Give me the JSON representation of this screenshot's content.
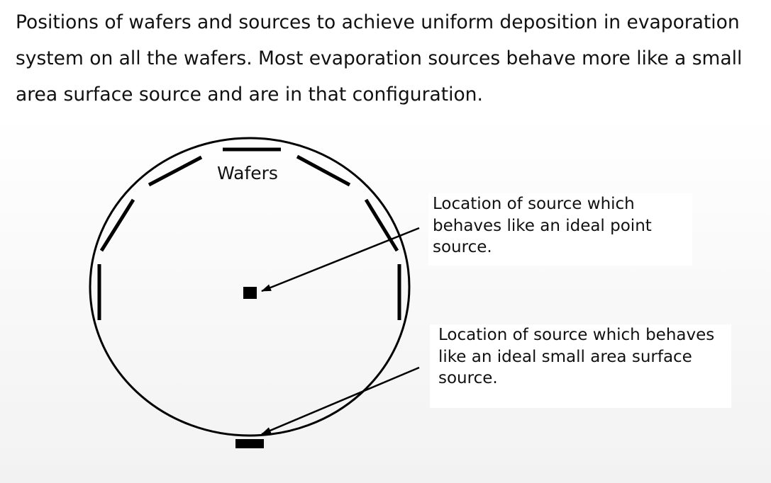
{
  "caption": "Positions of wafers and sources to achieve uniform deposition in evaporation system on all the wafers. Most evaporation sources behave more like a small area surface source and are in that configuration.",
  "diagram": {
    "wafers_label": "Wafers",
    "point_source_note": "Location of source which behaves like an ideal point source.",
    "surface_source_note": "Location of source which behaves like an ideal small area surface source."
  }
}
